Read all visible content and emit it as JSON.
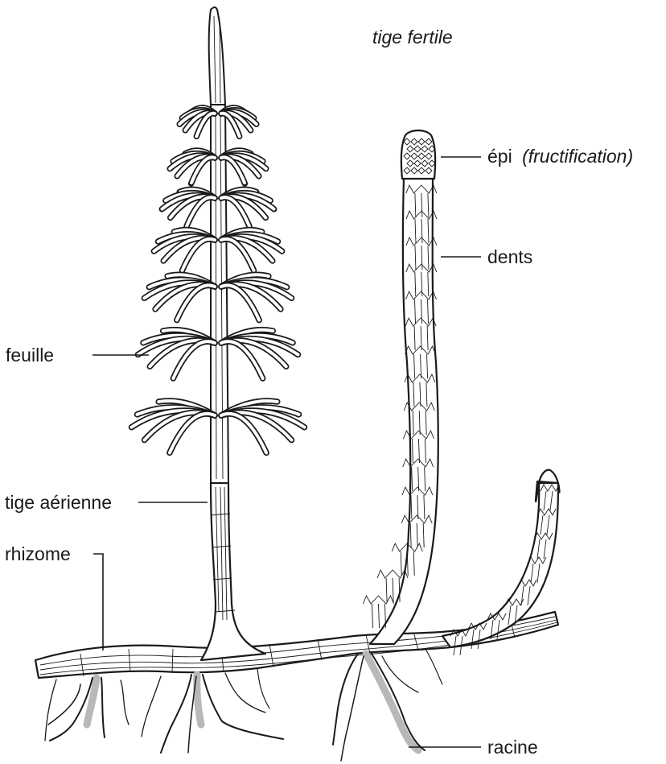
{
  "labels": {
    "fertile_stem": "tige fertile",
    "spike": "épi",
    "spike_note": "(fructification)",
    "teeth": "dents",
    "leaf": "feuille",
    "aerial_stem": "tige aérienne",
    "rhizome": "rhizome",
    "root": "racine"
  }
}
